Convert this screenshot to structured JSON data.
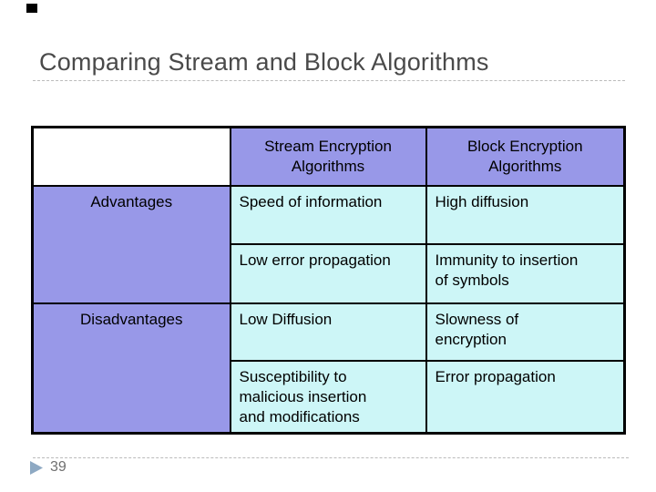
{
  "slide": {
    "title": "Comparing Stream and Block Algorithms",
    "page_number": "39"
  },
  "table": {
    "headers": {
      "corner": "",
      "stream": "Stream Encryption\nAlgorithms",
      "block": "Block Encryption\nAlgorithms"
    },
    "groups": [
      {
        "label": "Advantages",
        "rows": [
          {
            "stream": "Speed of information",
            "block": "High diffusion"
          },
          {
            "stream": "Low error propagation",
            "block": "Immunity to insertion\nof symbols"
          }
        ]
      },
      {
        "label": "Disadvantages",
        "rows": [
          {
            "stream": "Low Diffusion",
            "block": "Slowness of\nencryption"
          },
          {
            "stream": "Susceptibility to\nmalicious insertion\nand modifications",
            "block": "Error propagation"
          }
        ]
      }
    ]
  },
  "colors": {
    "header_fill": "#9898e8",
    "cell_fill": "#cdf6f7",
    "table_border": "#000000",
    "title_text": "#4a4a4a",
    "divider_line": "#bbbbbb",
    "bullet_triangle": "#8ea9c3",
    "page_number_text": "#6f6f6f",
    "deco_square": "#000000"
  }
}
